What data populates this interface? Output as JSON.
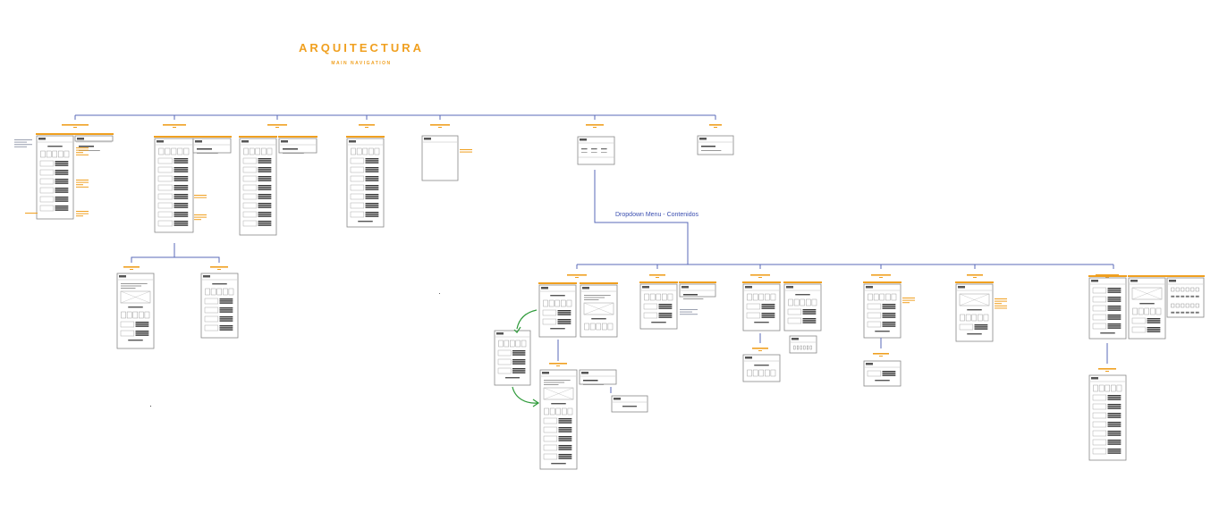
{
  "header": {
    "title": "ARQUITECTURA",
    "subtitle": "MAIN NAVIGATION"
  },
  "connectors": {
    "dropdown_label": "Dropdown Menu - Contenidos"
  },
  "colors": {
    "accent": "#f0a020",
    "connector": "#5868b8",
    "frame": "#888888",
    "arrow": "#2e9a3a"
  }
}
